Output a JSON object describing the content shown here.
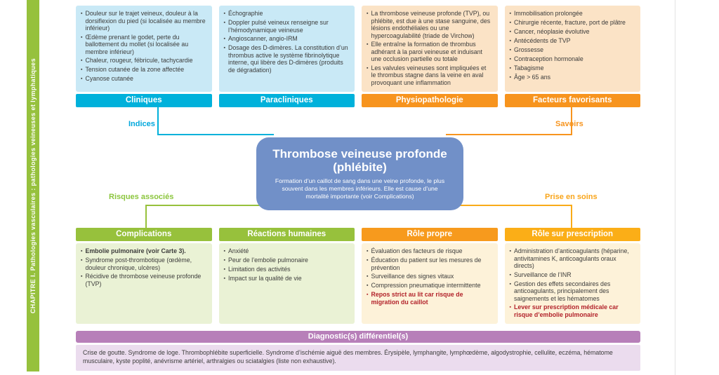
{
  "sidebar": {
    "label": "CHAPITRE I. Pathologies vasculaires : pathologies veineuses et lymphatiques",
    "color": "#96c13d"
  },
  "icons": {
    "bullet": "▪"
  },
  "colors": {
    "cyan_header": "#00b1db",
    "cyan_light": "#c9e9f6",
    "orange_header": "#f7941e",
    "orange_light": "#fbe3c6",
    "green_header": "#97c13c",
    "green_light": "#eaf2d5",
    "amber_header": "#fbae17",
    "amber_light": "#fdf2d9",
    "center_blue": "#7190c8",
    "purple_header": "#b77fb9",
    "purple_light": "#ebdcee",
    "red_text": "#b2222a",
    "body_text": "#3c3c3b"
  },
  "center": {
    "title": "Thrombose veineuse profonde (phlébite)",
    "description": "Formation d’un caillot de sang dans une veine profonde, le plus souvent dans les membres inférieurs. Elle est cause d’une mortalité importante (voir Complications)"
  },
  "branch_labels": {
    "indices": "Indices",
    "savoirs": "Savoirs",
    "risques": "Risques associés",
    "prise_en_soins": "Prise en soins"
  },
  "top_cards": [
    {
      "title": "Cliniques",
      "items": [
        {
          "text": "Douleur sur le trajet veineux, douleur à la dorsiflexion du pied (si localisée au membre inférieur)"
        },
        {
          "text": "Œdème prenant le godet, perte du ballottement du mollet (si localisée au membre inférieur)"
        },
        {
          "text": "Chaleur, rougeur, fébricule, tachycardie"
        },
        {
          "text": "Tension cutanée de la zone affectée"
        },
        {
          "text": "Cyanose cutanée"
        }
      ]
    },
    {
      "title": "Paracliniques",
      "items": [
        {
          "text": "Échographie"
        },
        {
          "text": "Doppler pulsé veineux renseigne sur l’hémodynamique veineuse"
        },
        {
          "text": "Angioscanner, angio-IRM"
        },
        {
          "text": "Dosage des D-dimères. La constitution d’un thrombus active le système fibrinolytique interne, qui libère des D-dimères (produits de dégradation)"
        }
      ]
    },
    {
      "title": "Physiopathologie",
      "items": [
        {
          "text": "La thrombose veineuse profonde (TVP), ou phlébite, est due à une stase sanguine, des lésions endothéliales ou une hypercoagulabilité (triade de Virchow)"
        },
        {
          "text": "Elle entraîne la formation de thrombus adhérant à la paroi veineuse et induisant une occlusion partielle ou totale"
        },
        {
          "text": "Les valvules veineuses sont impliquées et le thrombus stagne dans la veine en aval provoquant une inflammation"
        }
      ]
    },
    {
      "title": "Facteurs favorisants",
      "items": [
        {
          "text": "Immobilisation prolongée"
        },
        {
          "text": "Chirurgie récente, fracture, port de plâtre"
        },
        {
          "text": "Cancer, néoplasie évolutive"
        },
        {
          "text": "Antécédents de TVP"
        },
        {
          "text": "Grossesse"
        },
        {
          "text": "Contraception hormonale"
        },
        {
          "text": "Tabagisme"
        },
        {
          "text": "Âge > 65 ans"
        }
      ]
    }
  ],
  "bottom_cards": [
    {
      "title": "Complications",
      "items": [
        {
          "text": "Embolie pulmonaire (voir Carte 3).",
          "bold": true
        },
        {
          "text": "Syndrome post-thrombotique (œdème, douleur chronique, ulcères)"
        },
        {
          "text": "Récidive de thrombose veineuse profonde (TVP)"
        }
      ]
    },
    {
      "title": "Réactions humaines",
      "items": [
        {
          "text": "Anxiété"
        },
        {
          "text": "Peur de l’embolie pulmonaire"
        },
        {
          "text": "Limitation des activités"
        },
        {
          "text": "Impact sur la qualité de vie"
        }
      ]
    },
    {
      "title": "Rôle propre",
      "items": [
        {
          "text": "Évaluation des facteurs de risque"
        },
        {
          "text": "Éducation du patient sur les mesures de prévention"
        },
        {
          "text": "Surveillance des signes vitaux"
        },
        {
          "text": "Compression pneumatique intermittente"
        },
        {
          "text": "Repos strict au lit car risque de migration du caillot",
          "bold": true,
          "red": true
        }
      ]
    },
    {
      "title": "Rôle sur prescription",
      "items": [
        {
          "text": "Administration d’anticoagulants (héparine, antivitamines K, anticoagulants oraux directs)"
        },
        {
          "text": "Surveillance de l’INR"
        },
        {
          "text": "Gestion des effets secondaires des anticoagulants, principalement des saignements et les hématomes"
        },
        {
          "text": "Lever sur prescription médicale car risque d’embolie pulmonaire",
          "bold": true,
          "red": true
        }
      ]
    }
  ],
  "differential": {
    "title": "Diagnostic(s) différentiel(s)",
    "text": "Crise de goutte. Syndrome de loge. Thrombophlébite superficielle. Syndrome d’ischémie aiguë des membres. Érysipèle, lymphangite, lymphœdème, algodystrophie, cellulite, eczéma, hématome musculaire, kyste poplité, anévrisme artériel, arthralgies ou sciatalgies (liste non exhaustive)."
  }
}
